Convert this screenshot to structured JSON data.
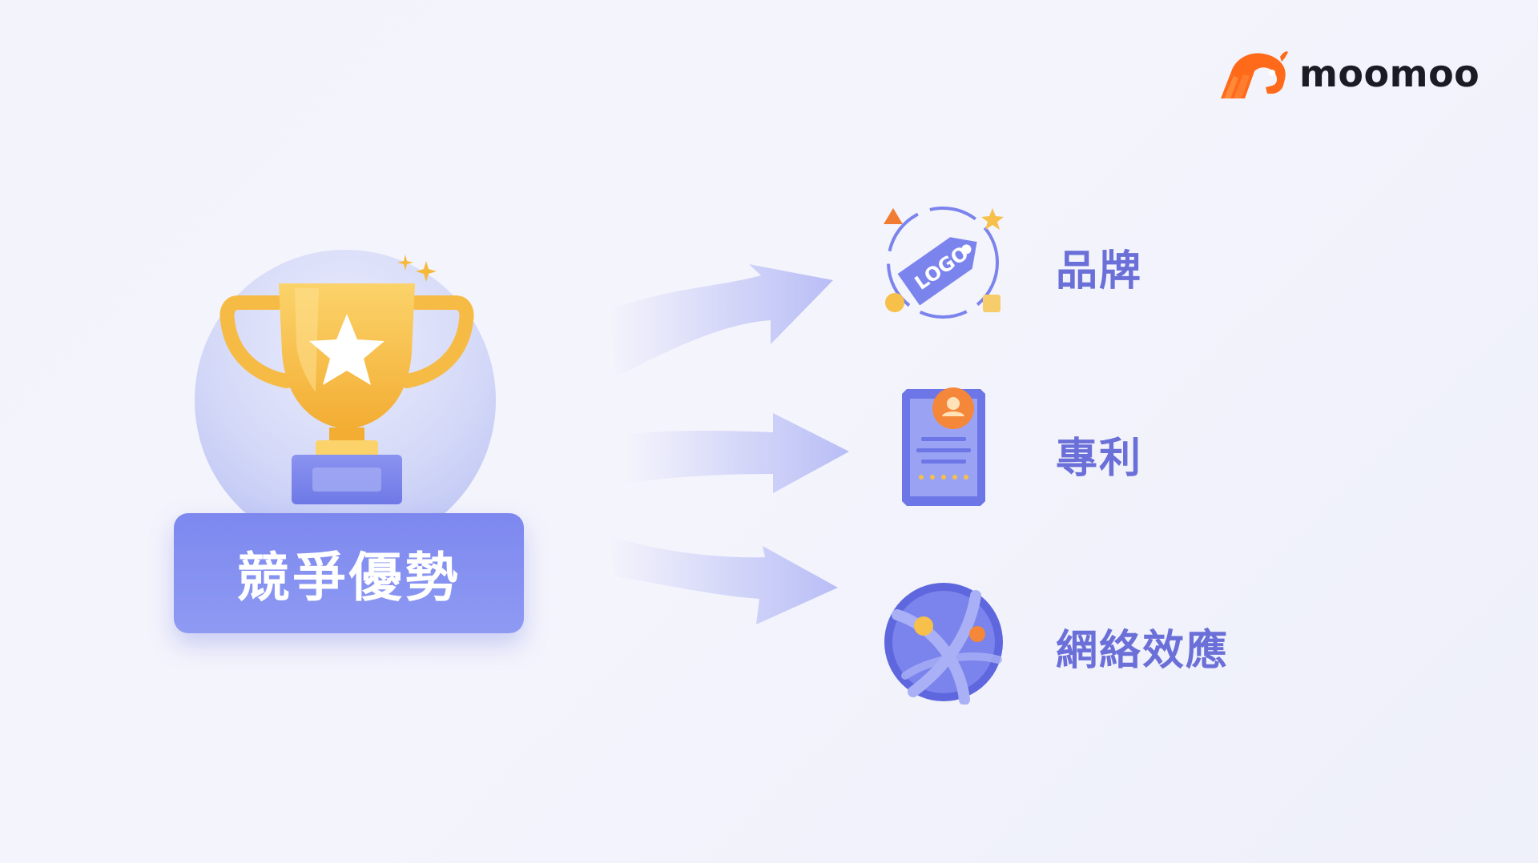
{
  "brand": {
    "name": "moomoo",
    "icon": "moomoo-bull-icon",
    "color": "#ff6a1a"
  },
  "main": {
    "title": "競爭優勢",
    "items": [
      {
        "label": "品牌",
        "icon": "logo-tag-icon",
        "icon_text": "LOGO"
      },
      {
        "label": "專利",
        "icon": "patent-certificate-icon"
      },
      {
        "label": "網絡效應",
        "icon": "network-globe-icon"
      }
    ]
  },
  "colors": {
    "accent": "#7b83ec",
    "label": "#6b6fd8",
    "trophy": "#f8c04a",
    "orange": "#f5873a"
  }
}
